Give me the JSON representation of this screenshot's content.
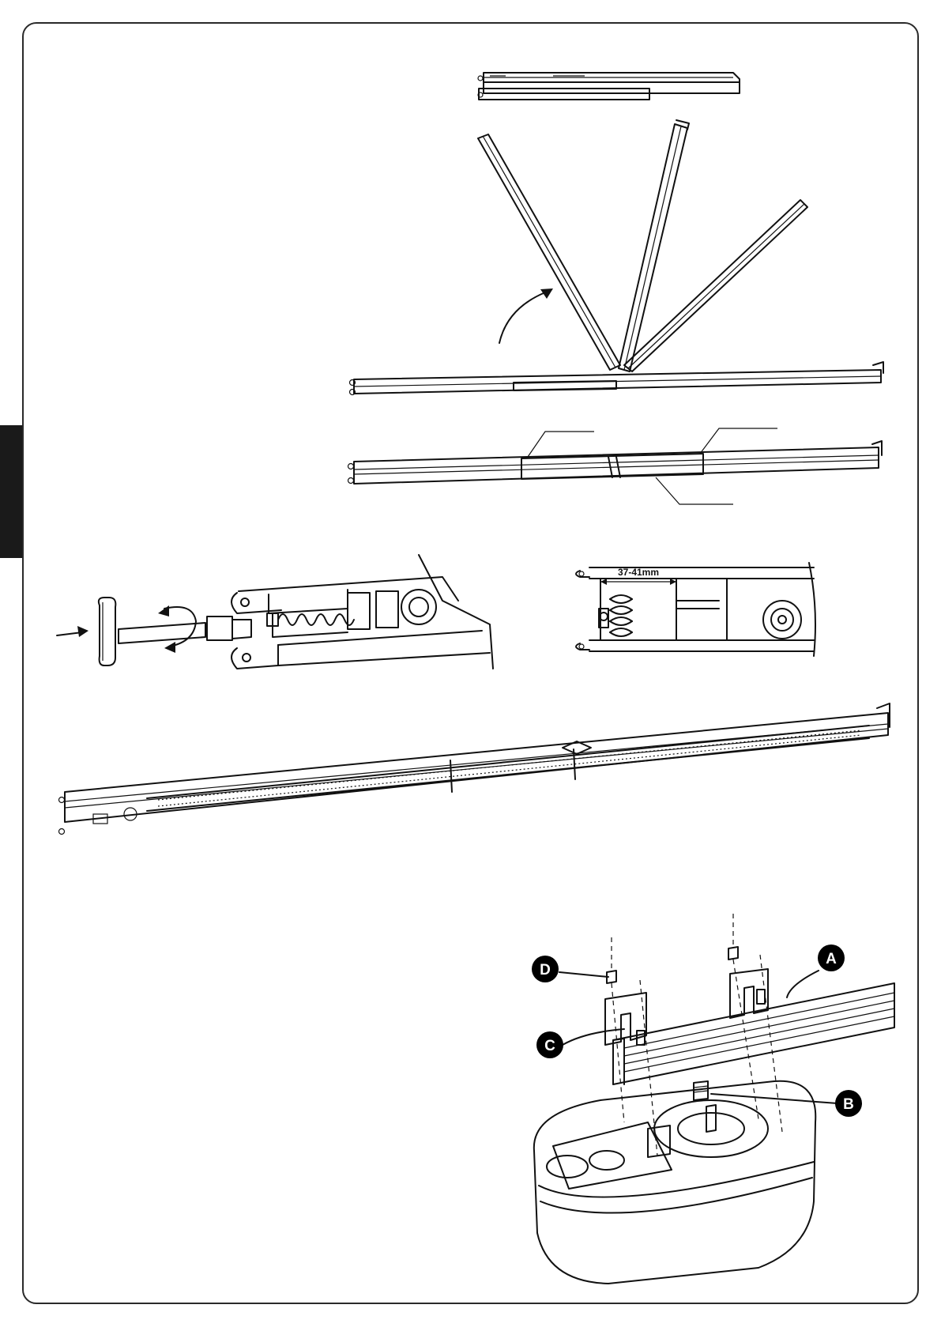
{
  "diagram": {
    "dimension_label": "37-41mm",
    "callouts": [
      {
        "id": "A",
        "letter": "A"
      },
      {
        "id": "B",
        "letter": "B"
      },
      {
        "id": "C",
        "letter": "C"
      },
      {
        "id": "D",
        "letter": "D"
      }
    ]
  },
  "colors": {
    "ink": "#111111",
    "tab": "#1a1a1a",
    "badge": "#000000"
  }
}
